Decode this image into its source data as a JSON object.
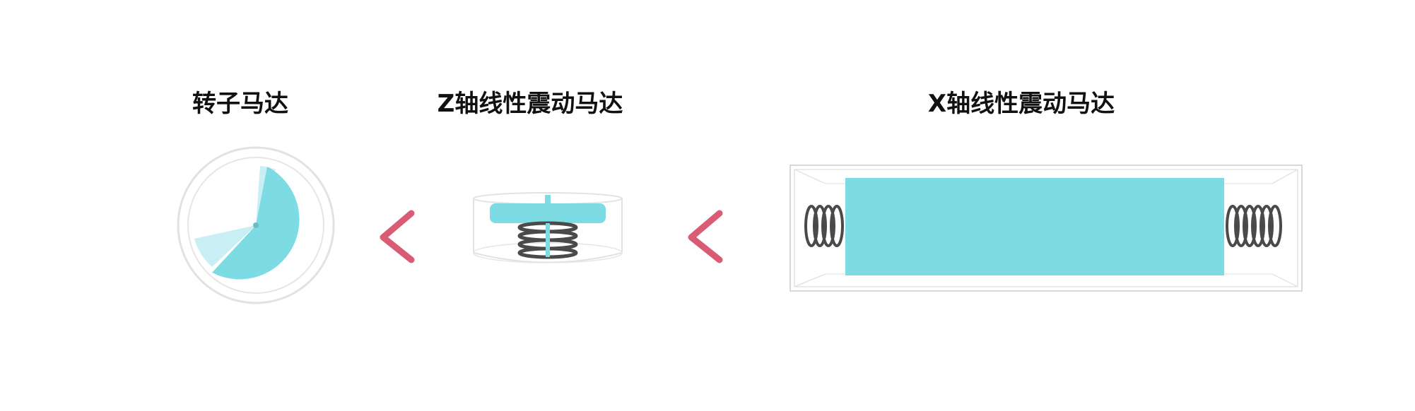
{
  "labels": {
    "rotor_motor": "转子马达",
    "z_axis_motor": "Z轴线性震动马达",
    "x_axis_motor": "X轴线性震动马达"
  },
  "colors": {
    "cyan": "#7ddbe4",
    "cyan_light": "#bfeef2",
    "outline": "#d8d8d8",
    "spring": "#4a4a4a",
    "chevron": "#d95b74",
    "text": "#111111"
  },
  "icons": {
    "comparison": "chevron-left-icon"
  }
}
